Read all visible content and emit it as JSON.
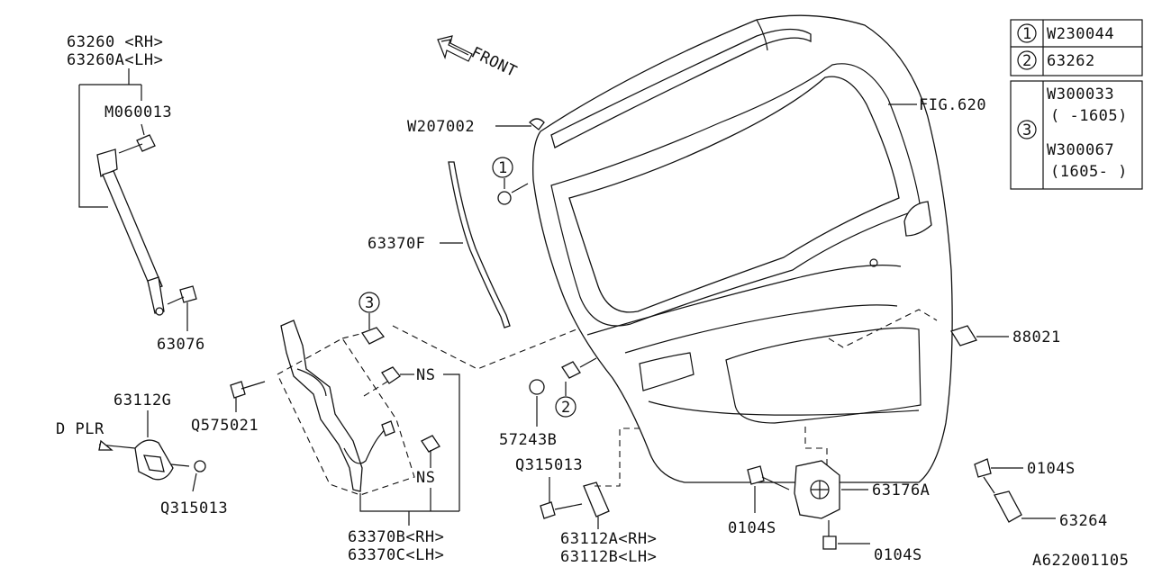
{
  "drawing_id": "A622001105",
  "front_label": "FRONT",
  "fig_ref": "FIG.620",
  "labels": {
    "p63260": "63260 <RH>",
    "p63260a": "63260A<LH>",
    "m060013": "M060013",
    "p63076": "63076",
    "w207002": "W207002",
    "p63370f": "63370F",
    "p63112g": "63112G",
    "d_plr": "D PLR",
    "q315013_left": "Q315013",
    "q575021": "Q575021",
    "ns_upper": "NS",
    "ns_lower": "NS",
    "p63370b": "63370B<RH>",
    "p63370c": "63370C<LH>",
    "p57243b": "57243B",
    "q315013_mid": "Q315013",
    "p63112a": "63112A<RH>",
    "p63112b": "63112B<LH>",
    "p88021": "88021",
    "p63176a": "63176A",
    "p0104s_left": "0104S",
    "p0104s_bottom": "0104S",
    "p0104s_right": "0104S",
    "p63264": "63264"
  },
  "callouts": {
    "c1": "1",
    "c2": "2",
    "c3": "3"
  },
  "legend": [
    {
      "num": "1",
      "lines": [
        "W230044"
      ]
    },
    {
      "num": "2",
      "lines": [
        "63262"
      ]
    },
    {
      "num": "3",
      "lines": [
        "W300033",
        "( -1605)",
        "W300067",
        "(1605- )"
      ]
    }
  ]
}
